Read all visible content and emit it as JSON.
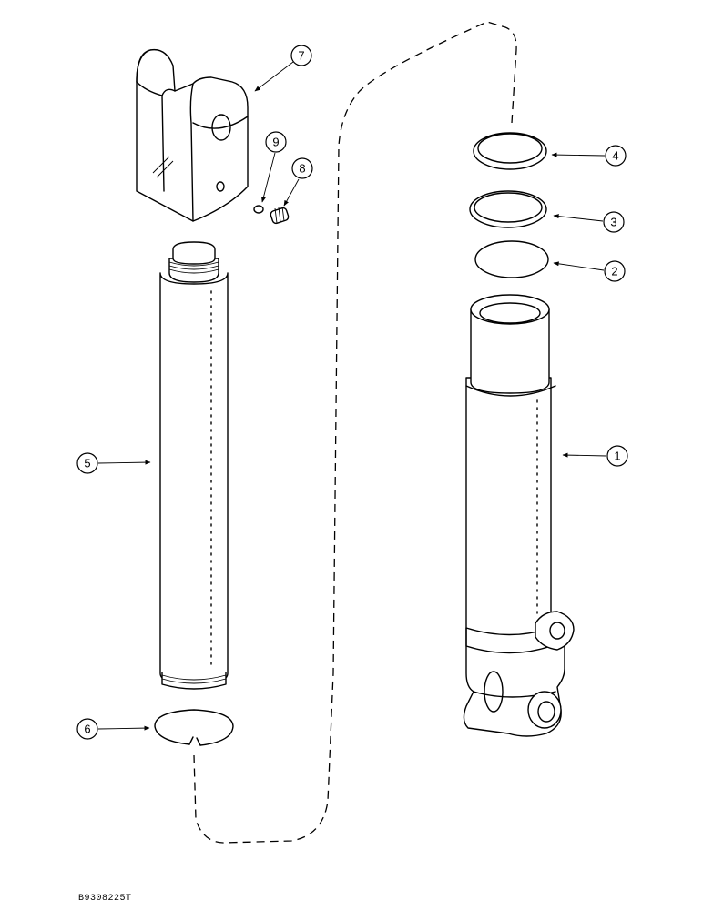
{
  "figure_id": "B9308225T",
  "callouts": [
    {
      "number": "1",
      "part": "cylinder-barrel"
    },
    {
      "number": "2",
      "part": "o-ring"
    },
    {
      "number": "3",
      "part": "backup-ring"
    },
    {
      "number": "4",
      "part": "wear-ring"
    },
    {
      "number": "5",
      "part": "piston-rod"
    },
    {
      "number": "6",
      "part": "retaining-ring"
    },
    {
      "number": "7",
      "part": "rod-end-clevis"
    },
    {
      "number": "8",
      "part": "set-screw"
    },
    {
      "number": "9",
      "part": "ball"
    }
  ]
}
